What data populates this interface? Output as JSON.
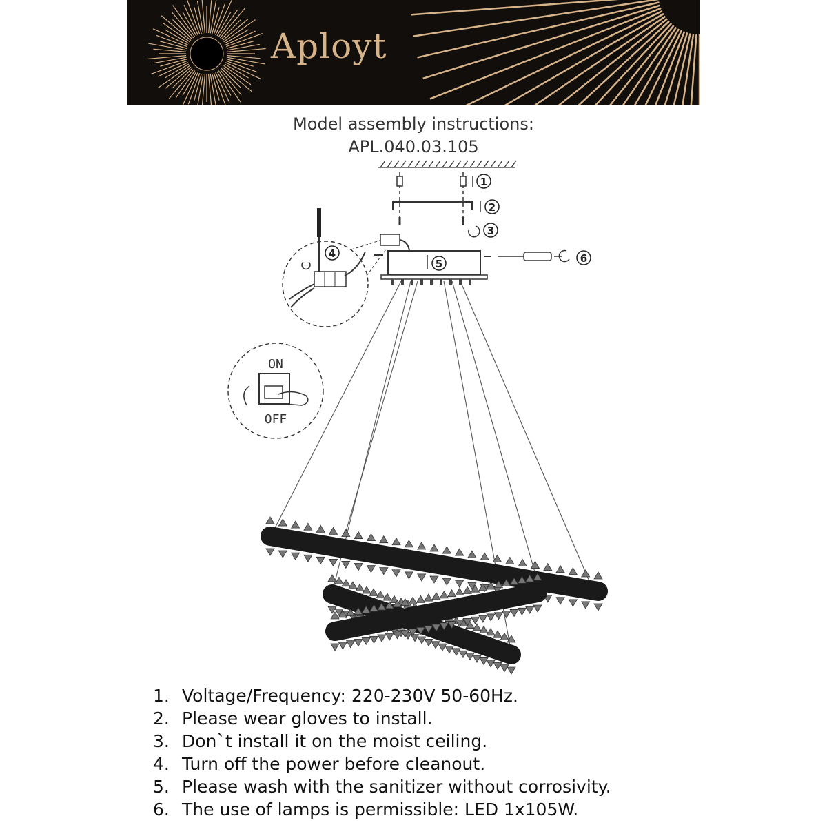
{
  "banner": {
    "brand": "Aployt",
    "accent_color": "#d7b38a",
    "background": "#110e0b"
  },
  "heading": {
    "line1": "Model assembly instructions:",
    "line2": "APL.040.03.105"
  },
  "steps": [
    "1",
    "2",
    "3",
    "4",
    "5",
    "6"
  ],
  "switch": {
    "on_label": "ON",
    "off_label": "OFF"
  },
  "notes": [
    {
      "n": "1.",
      "text": "Voltage/Frequency: 220-230V 50-60Hz."
    },
    {
      "n": "2.",
      "text": "Please wear gloves to install."
    },
    {
      "n": "3.",
      "text": "Don`t install it on the moist ceiling."
    },
    {
      "n": "4.",
      "text": "Turn off the power before cleanout."
    },
    {
      "n": "5.",
      "text": "Please wash with the sanitizer without corrosivity."
    },
    {
      "n": "6.",
      "text": "The use of lamps is permissible: LED 1x105W."
    }
  ]
}
